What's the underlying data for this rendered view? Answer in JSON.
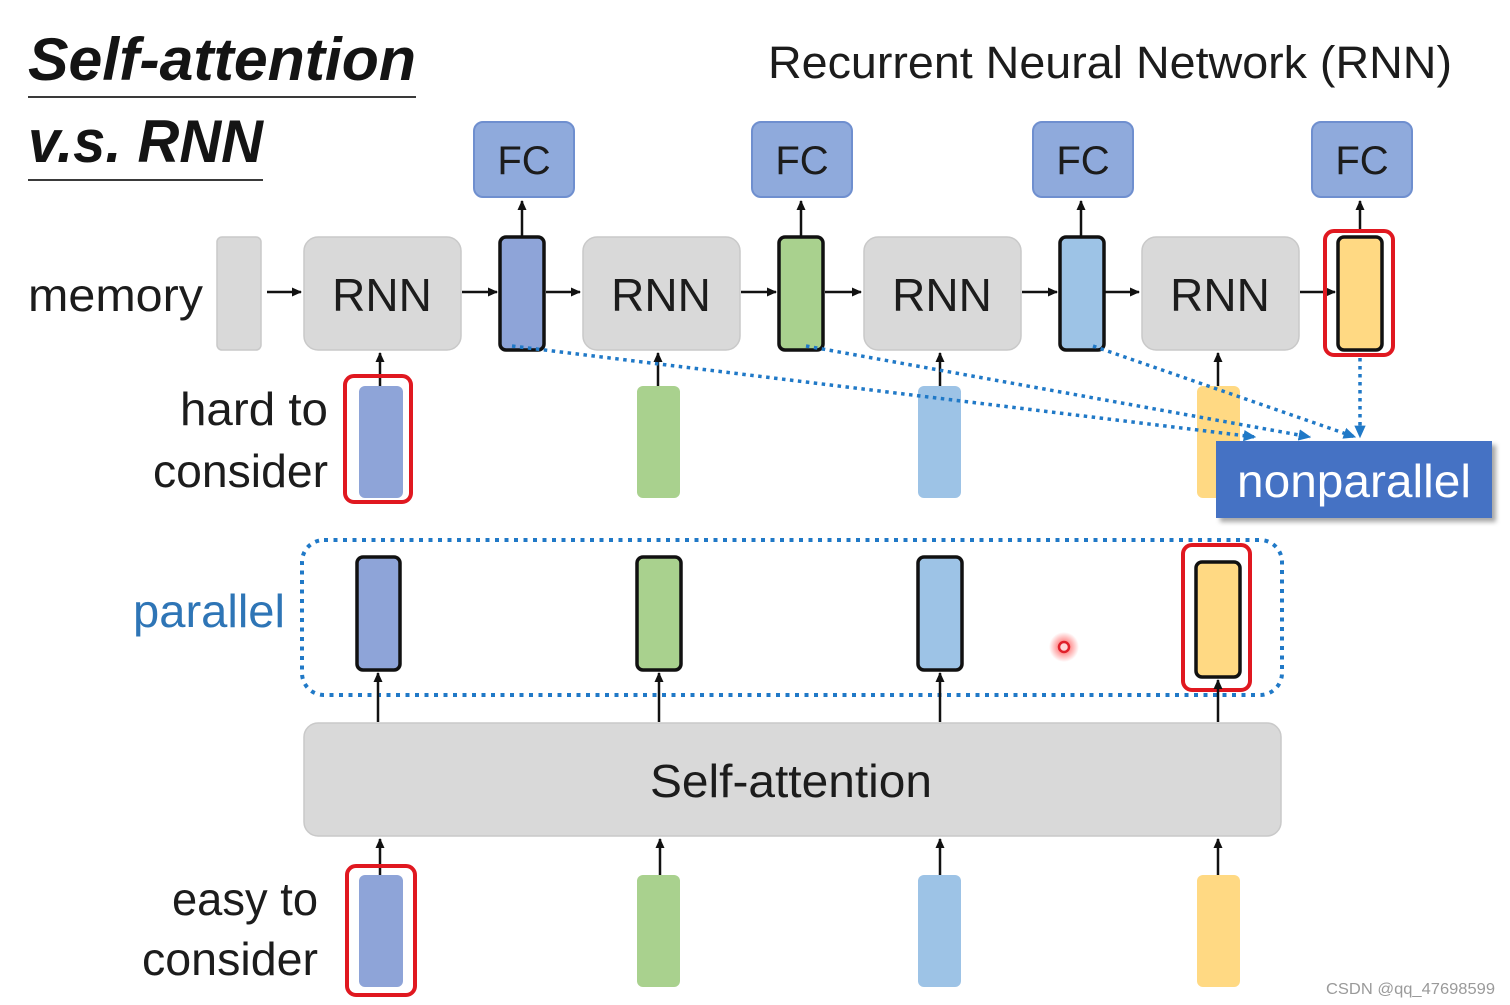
{
  "title": {
    "line1": "Self-attention",
    "line2": "v.s. RNN"
  },
  "rnn_section": {
    "heading": "Recurrent Neural Network (RNN)",
    "memory_label": "memory",
    "steps": [
      {
        "fc_label": "FC",
        "cell_label": "RNN"
      },
      {
        "fc_label": "FC",
        "cell_label": "RNN"
      },
      {
        "fc_label": "FC",
        "cell_label": "RNN"
      },
      {
        "fc_label": "FC",
        "cell_label": "RNN"
      }
    ],
    "note": {
      "line1": "hard to",
      "line2": "consider"
    },
    "nonparallel_label": "nonparallel"
  },
  "self_attention_section": {
    "parallel_label": "parallel",
    "block_label": "Self-attention",
    "note": {
      "line1": "easy to",
      "line2": "consider"
    }
  },
  "watermark": "CSDN @qq_47698599",
  "colors": {
    "token_1": "#8ea4d8",
    "token_2": "#a9d18e",
    "token_3": "#9dc3e6",
    "token_4": "#ffd983",
    "fc_box": "#8faadc",
    "block_gray": "#d9d9d9",
    "highlight_red": "#e01820",
    "dotted_blue": "#2079c7",
    "nonparallel_box": "#4472c4",
    "parallel_text": "#2e75b6"
  }
}
